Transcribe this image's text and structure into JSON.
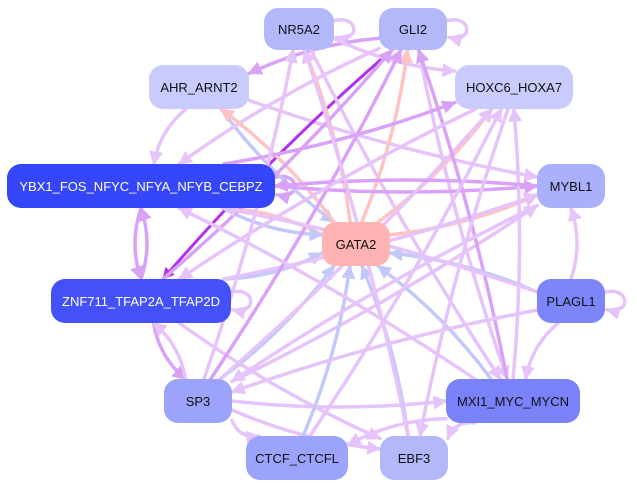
{
  "graph": {
    "type": "directed-network",
    "colors": {
      "edge_light_purple": "#e6c3fb",
      "edge_purple": "#d9a2f7",
      "edge_dark_purple": "#b030f0",
      "edge_blue": "#c3c8fb",
      "edge_pink": "#ffc3c3"
    },
    "nodes": [
      {
        "id": "NR5A2",
        "label": "NR5A2",
        "color": "#b3b8fb",
        "text": "#111111"
      },
      {
        "id": "GLI2",
        "label": "GLI2",
        "color": "#b3b8fb",
        "text": "#111111"
      },
      {
        "id": "AHR_ARNT2",
        "label": "AHR_ARNT2",
        "color": "#c8cbfc",
        "text": "#111111"
      },
      {
        "id": "HOXC6_HOXA7",
        "label": "HOXC6_HOXA7",
        "color": "#c8cbfc",
        "text": "#111111"
      },
      {
        "id": "YBX1",
        "label": "YBX1_FOS_NFYC_NFYA_NFYB_CEBPZ",
        "color": "#3545f8",
        "text": "#ffffff"
      },
      {
        "id": "MYBL1",
        "label": "MYBL1",
        "color": "#aab0fb",
        "text": "#111111"
      },
      {
        "id": "GATA2",
        "label": "GATA2",
        "color": "#ffb3b3",
        "text": "#111111"
      },
      {
        "id": "ZNF711",
        "label": "ZNF711_TFAP2A_TFAP2D",
        "color": "#4451f8",
        "text": "#ffffff"
      },
      {
        "id": "PLAGL1",
        "label": "PLAGL1",
        "color": "#7c85fa",
        "text": "#111111"
      },
      {
        "id": "SP3",
        "label": "SP3",
        "color": "#9ca3fa",
        "text": "#111111"
      },
      {
        "id": "MXI1",
        "label": "MXI1_MYC_MYCN",
        "color": "#7a82fa",
        "text": "#111111"
      },
      {
        "id": "CTCF",
        "label": "CTCF_CTCFL",
        "color": "#9ca3fa",
        "text": "#111111"
      },
      {
        "id": "EBF3",
        "label": "EBF3",
        "color": "#b3b8fb",
        "text": "#111111"
      }
    ],
    "edges": [
      {
        "from": "NR5A2",
        "to": "NR5A2",
        "color": "edge_light_purple",
        "self": true
      },
      {
        "from": "GLI2",
        "to": "GLI2",
        "color": "edge_light_purple",
        "self": true
      },
      {
        "from": "PLAGL1",
        "to": "PLAGL1",
        "color": "edge_light_purple",
        "self": true
      },
      {
        "from": "ZNF711",
        "to": "ZNF711",
        "color": "edge_light_purple",
        "self": true
      },
      {
        "from": "YBX1",
        "to": "YBX1",
        "color": "edge_purple",
        "self": true
      },
      {
        "from": "AHR_ARNT2",
        "to": "YBX1",
        "color": "edge_light_purple"
      },
      {
        "from": "AHR_ARNT2",
        "to": "GATA2",
        "color": "edge_blue"
      },
      {
        "from": "AHR_ARNT2",
        "to": "MYBL1",
        "color": "edge_light_purple"
      },
      {
        "from": "GLI2",
        "to": "YBX1",
        "color": "edge_light_purple"
      },
      {
        "from": "GLI2",
        "to": "ZNF711",
        "color": "edge_dark_purple"
      },
      {
        "from": "GLI2",
        "to": "AHR_ARNT2",
        "color": "edge_purple"
      },
      {
        "from": "GLI2",
        "to": "MXI1",
        "color": "edge_light_purple"
      },
      {
        "from": "NR5A2",
        "to": "HOXC6_HOXA7",
        "color": "edge_light_purple"
      },
      {
        "from": "NR5A2",
        "to": "MXI1",
        "color": "edge_light_purple"
      },
      {
        "from": "GATA2",
        "to": "NR5A2",
        "color": "edge_pink"
      },
      {
        "from": "GATA2",
        "to": "GLI2",
        "color": "edge_pink"
      },
      {
        "from": "GATA2",
        "to": "HOXC6_HOXA7",
        "color": "edge_pink"
      },
      {
        "from": "GATA2",
        "to": "MYBL1",
        "color": "edge_pink"
      },
      {
        "from": "GATA2",
        "to": "YBX1",
        "color": "edge_pink"
      },
      {
        "from": "GATA2",
        "to": "AHR_ARNT2",
        "color": "edge_pink"
      },
      {
        "from": "YBX1",
        "to": "MYBL1",
        "color": "edge_purple"
      },
      {
        "from": "YBX1",
        "to": "HOXC6_HOXA7",
        "color": "edge_purple"
      },
      {
        "from": "YBX1",
        "to": "GATA2",
        "color": "edge_blue"
      },
      {
        "from": "ZNF711",
        "to": "YBX1",
        "color": "edge_purple"
      },
      {
        "from": "YBX1",
        "to": "ZNF711",
        "color": "edge_purple"
      },
      {
        "from": "ZNF711",
        "to": "SP3",
        "color": "edge_purple"
      },
      {
        "from": "SP3",
        "to": "ZNF711",
        "color": "edge_light_purple"
      },
      {
        "from": "ZNF711",
        "to": "GATA2",
        "color": "edge_blue"
      },
      {
        "from": "ZNF711",
        "to": "GLI2",
        "color": "edge_purple"
      },
      {
        "from": "ZNF711",
        "to": "EBF3",
        "color": "edge_light_purple"
      },
      {
        "from": "ZNF711",
        "to": "MYBL1",
        "color": "edge_light_purple"
      },
      {
        "from": "SP3",
        "to": "GATA2",
        "color": "edge_blue"
      },
      {
        "from": "SP3",
        "to": "GLI2",
        "color": "edge_purple"
      },
      {
        "from": "SP3",
        "to": "NR5A2",
        "color": "edge_light_purple"
      },
      {
        "from": "SP3",
        "to": "HOXC6_HOXA7",
        "color": "edge_light_purple"
      },
      {
        "from": "SP3",
        "to": "MYBL1",
        "color": "edge_light_purple"
      },
      {
        "from": "SP3",
        "to": "MXI1",
        "color": "edge_light_purple"
      },
      {
        "from": "SP3",
        "to": "CTCF",
        "color": "edge_light_purple"
      },
      {
        "from": "SP3",
        "to": "EBF3",
        "color": "edge_light_purple"
      },
      {
        "from": "CTCF",
        "to": "GATA2",
        "color": "edge_blue"
      },
      {
        "from": "EBF3",
        "to": "GATA2",
        "color": "edge_blue"
      },
      {
        "from": "MXI1",
        "to": "GATA2",
        "color": "edge_blue"
      },
      {
        "from": "MXI1",
        "to": "EBF3",
        "color": "edge_light_purple"
      },
      {
        "from": "MXI1",
        "to": "GLI2",
        "color": "edge_purple"
      },
      {
        "from": "MXI1",
        "to": "HOXC6_HOXA7",
        "color": "edge_light_purple"
      },
      {
        "from": "MXI1",
        "to": "YBX1",
        "color": "edge_light_purple"
      },
      {
        "from": "MXI1",
        "to": "CTCF",
        "color": "edge_light_purple"
      },
      {
        "from": "PLAGL1",
        "to": "GATA2",
        "color": "edge_blue"
      },
      {
        "from": "PLAGL1",
        "to": "MXI1",
        "color": "edge_light_purple"
      },
      {
        "from": "PLAGL1",
        "to": "MYBL1",
        "color": "edge_light_purple"
      },
      {
        "from": "PLAGL1",
        "to": "SP3",
        "color": "edge_light_purple"
      },
      {
        "from": "PLAGL1",
        "to": "YBX1",
        "color": "edge_light_purple"
      },
      {
        "from": "MYBL1",
        "to": "SP3",
        "color": "edge_light_purple"
      },
      {
        "from": "MYBL1",
        "to": "YBX1",
        "color": "edge_purple"
      },
      {
        "from": "HOXC6_HOXA7",
        "to": "ZNF711",
        "color": "edge_light_purple"
      },
      {
        "from": "HOXC6_HOXA7",
        "to": "EBF3",
        "color": "edge_light_purple"
      },
      {
        "from": "EBF3",
        "to": "NR5A2",
        "color": "edge_light_purple"
      },
      {
        "from": "CTCF",
        "to": "HOXC6_HOXA7",
        "color": "edge_light_purple"
      }
    ]
  }
}
